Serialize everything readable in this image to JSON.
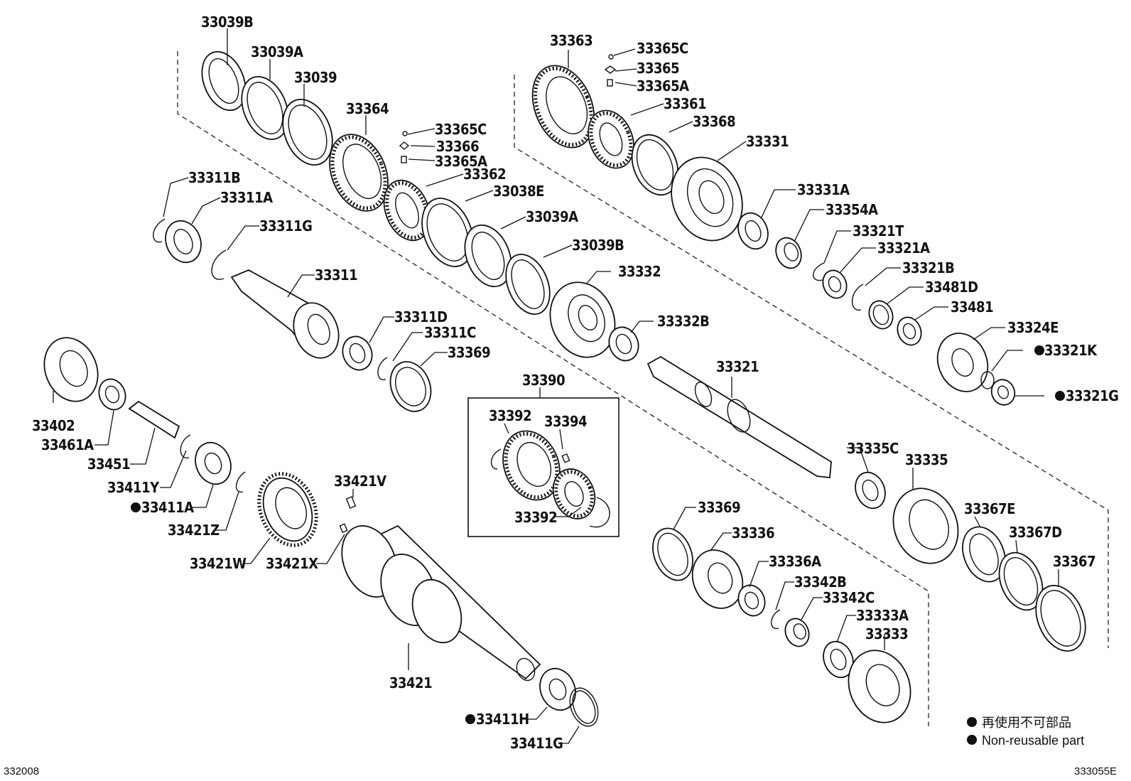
{
  "diagram": {
    "code_left": "332008",
    "code_right": "333055E",
    "legend": {
      "line_ja": "再使用不可部品",
      "line_en": "Non-reusable part"
    },
    "labels": {
      "l33039B": "33039B",
      "l33039A": "33039A",
      "l33039": "33039",
      "l33364": "33364",
      "l33365C_a": "33365C",
      "l33366": "33366",
      "l33365A_a": "33365A",
      "l33362": "33362",
      "l33038E": "33038E",
      "l33039A_b": "33039A",
      "l33039B_b": "33039B",
      "l33311B": "33311B",
      "l33311A": "33311A",
      "l33311G": "33311G",
      "l33311": "33311",
      "l33311D": "33311D",
      "l33311C": "33311C",
      "l33369_a": "33369",
      "l33363": "33363",
      "l33365C_b": "33365C",
      "l33365": "33365",
      "l33365A_b": "33365A",
      "l33361": "33361",
      "l33368": "33368",
      "l33331": "33331",
      "l33331A": "33331A",
      "l33354A": "33354A",
      "l33321T": "33321T",
      "l33321A": "33321A",
      "l33321B": "33321B",
      "l33481D": "33481D",
      "l33481": "33481",
      "l33324E": "33324E",
      "l33321K": "33321K",
      "l33321G": "33321G",
      "l33332": "33332",
      "l33332B": "33332B",
      "l33321": "33321",
      "l33402": "33402",
      "l33461A": "33461A",
      "l33451": "33451",
      "l33411Y": "33411Y",
      "l33411A": "33411A",
      "l33421Z": "33421Z",
      "l33421W": "33421W",
      "l33421X": "33421X",
      "l33421V": "33421V",
      "l33421": "33421",
      "l33411H": "33411H",
      "l33411G": "33411G",
      "l33390": "33390",
      "l33392_a": "33392",
      "l33394": "33394",
      "l33392_b": "33392",
      "l33335C": "33335C",
      "l33335": "33335",
      "l33367E": "33367E",
      "l33367D": "33367D",
      "l33367": "33367",
      "l33369_b": "33369",
      "l33336": "33336",
      "l33336A": "33336A",
      "l33342B": "33342B",
      "l33342C": "33342C",
      "l33333A": "33333A",
      "l33333": "33333"
    }
  }
}
